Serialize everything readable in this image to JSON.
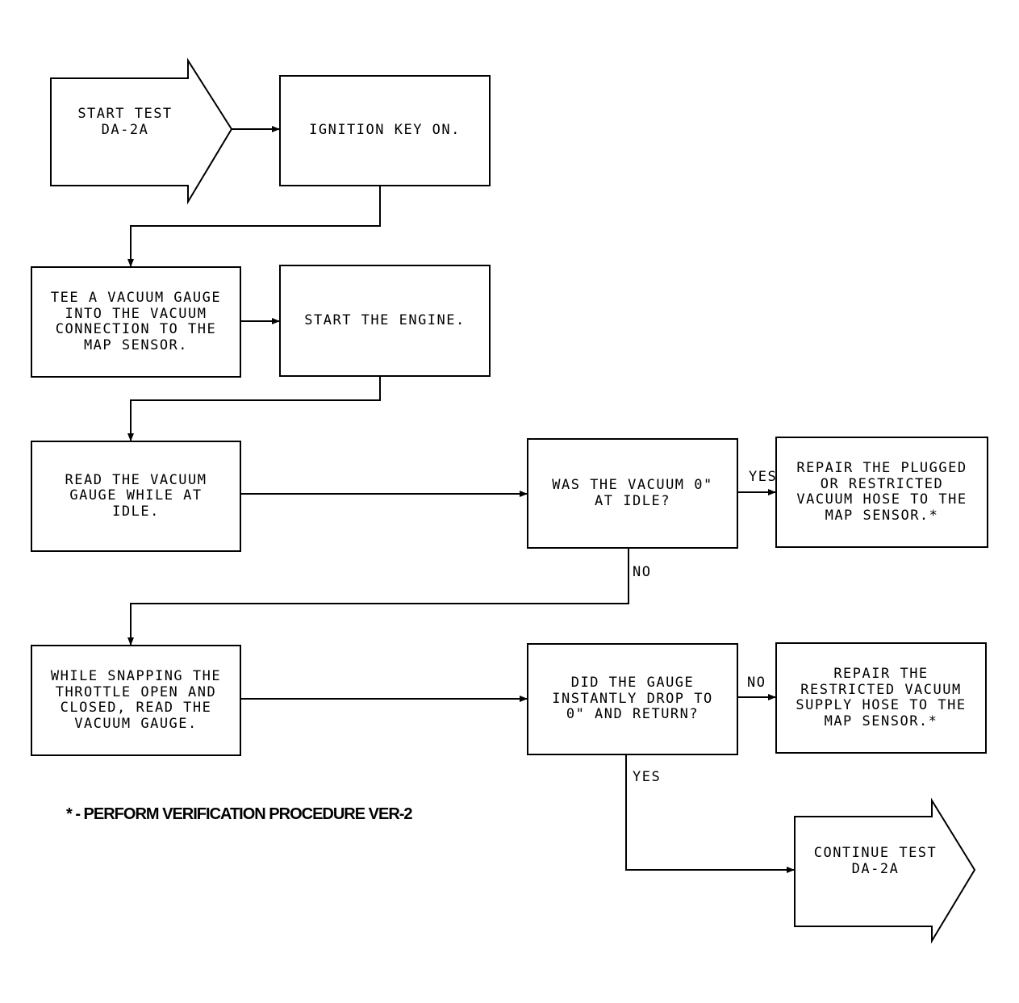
{
  "nodes": {
    "start": "START TEST\nDA-2A",
    "ignition": "IGNITION KEY ON.",
    "tee_gauge": "TEE A VACUUM GAUGE\nINTO THE VACUUM\nCONNECTION TO THE\nMAP SENSOR.",
    "start_engine": "START THE ENGINE.",
    "read_gauge": "READ THE VACUUM\nGAUGE WHILE AT\nIDLE.",
    "q_vacuum_zero": "WAS THE VACUUM 0\"\nAT IDLE?",
    "repair_plugged": "REPAIR THE PLUGGED\nOR RESTRICTED\nVACUUM HOSE TO THE\nMAP SENSOR.*",
    "snap_throttle": "WHILE SNAPPING THE\nTHROTTLE OPEN AND\nCLOSED, READ THE\nVACUUM GAUGE.",
    "q_gauge_drop": "DID THE GAUGE\nINSTANTLY DROP TO\n0\" AND RETURN?",
    "repair_restricted": "REPAIR THE\nRESTRICTED VACUUM\nSUPPLY HOSE TO THE\nMAP SENSOR.*",
    "continue": "CONTINUE TEST\nDA-2A"
  },
  "labels": {
    "yes_1": "YES",
    "no_1": "NO",
    "no_2": "NO",
    "yes_2": "YES"
  },
  "footnote": "* - PERFORM VERIFICATION PROCEDURE VER-2"
}
